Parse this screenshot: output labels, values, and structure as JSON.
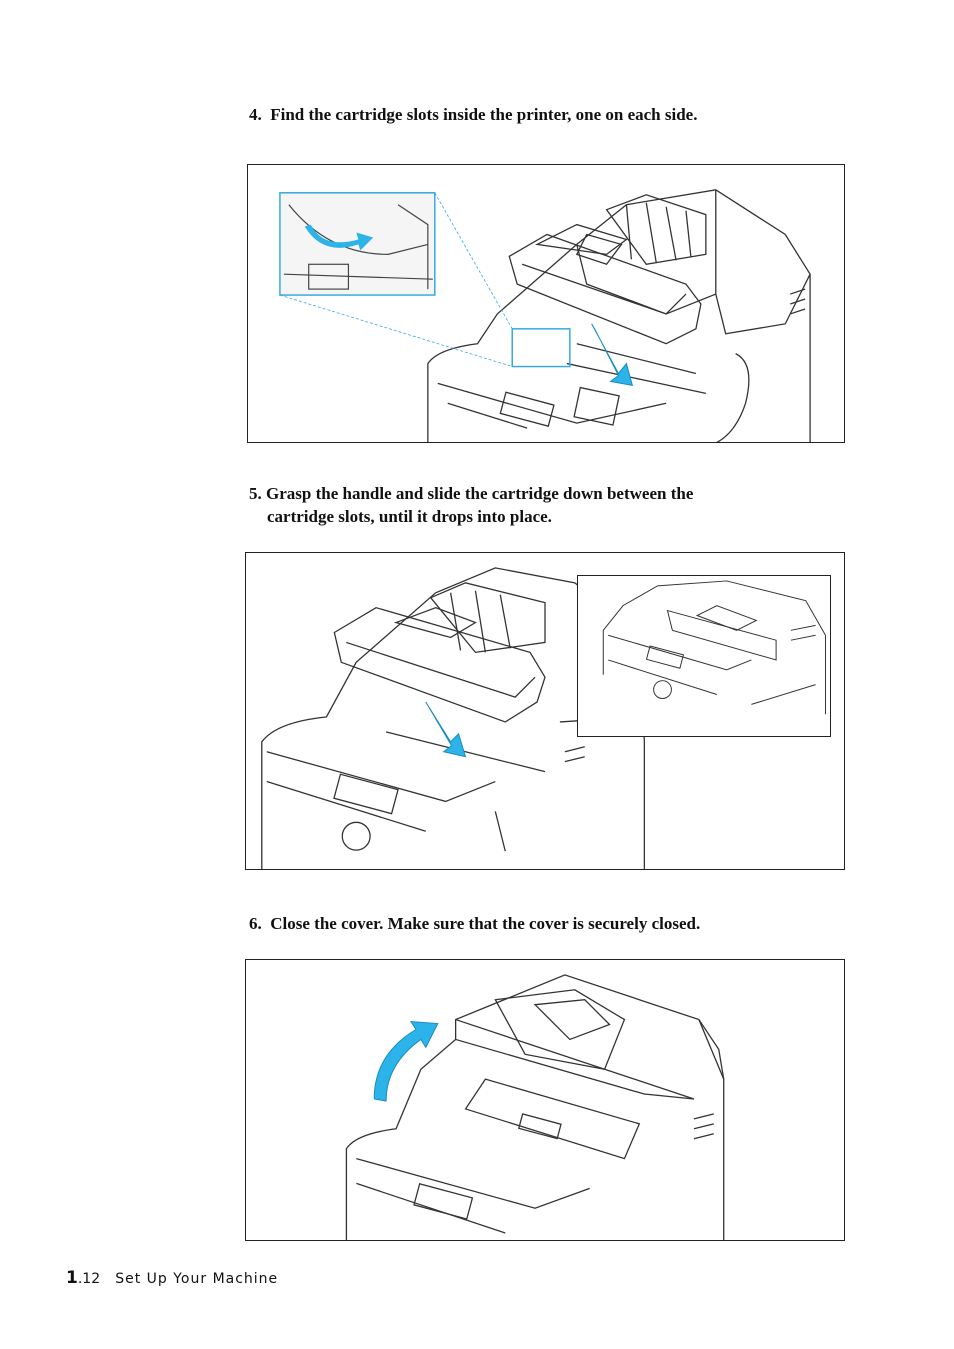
{
  "steps": [
    {
      "number": "4.",
      "text": "Find the cartridge slots inside the printer, one on each side."
    },
    {
      "number": "5.",
      "text_line1": "Grasp the handle and slide the cartridge down between the",
      "text_line2": "cartridge slots, until it drops into place."
    },
    {
      "number": "6.",
      "text": "Close the cover. Make sure that the cover is securely closed."
    }
  ],
  "footer": {
    "page_major": "1",
    "page_minor": ".12",
    "section": "Set Up Your Machine"
  },
  "colors": {
    "arrow": "#2bb3ea",
    "callout": "#36a9e1",
    "line": "#333333"
  }
}
